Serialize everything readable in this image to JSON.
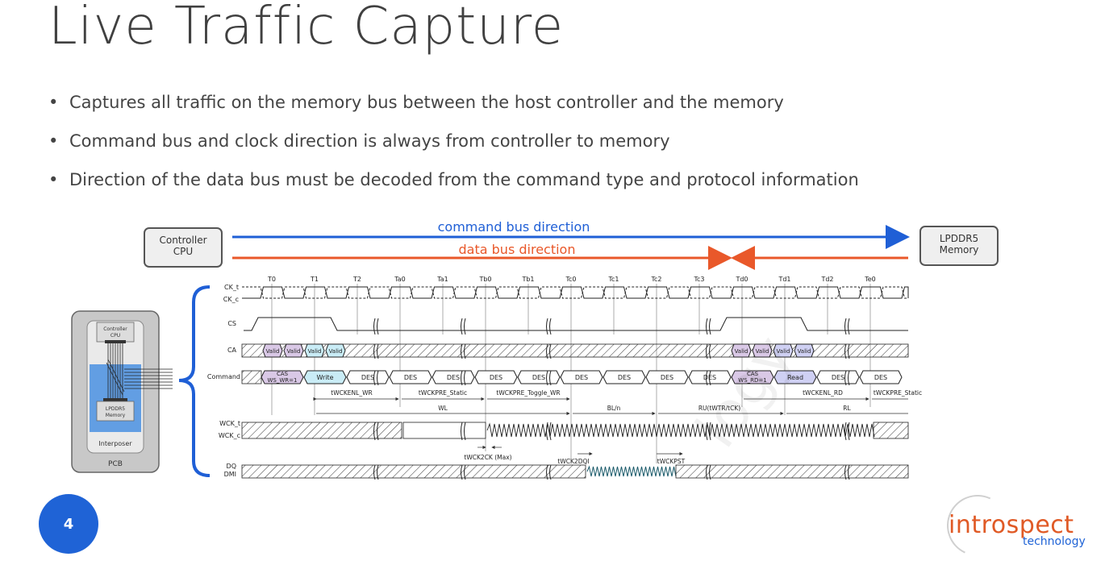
{
  "title": "Live Traffic Capture",
  "bullets": [
    "Captures all traffic on the memory bus between the host controller and the memory",
    "Command bus and clock direction is always from controller to memory",
    "Direction of the data bus must be decoded from the command type and protocol information"
  ],
  "diagram": {
    "controller_box": [
      "Controller",
      "CPU"
    ],
    "memory_box": [
      "LPDDR5",
      "Memory"
    ],
    "command_arrow_label": "command bus direction",
    "data_arrow_label": "data bus direction",
    "colors": {
      "command": "#1f5fd6",
      "data": "#e9582a",
      "valid_fill": "#d9c8e6",
      "write_fill": "#c9ecf6",
      "read_fill": "#cfd0f3"
    },
    "pcb": {
      "controller": [
        "Controller",
        "CPU"
      ],
      "memory": [
        "LPDDR5",
        "Memory"
      ],
      "interposer": "Interposer",
      "pcb": "PCB"
    },
    "clock_ticks": [
      "T0",
      "T1",
      "T2",
      "Ta0",
      "Ta1",
      "Tb0",
      "Tb1",
      "Tc0",
      "Tc1",
      "Tc2",
      "Tc3",
      "Td0",
      "Td1",
      "Td2",
      "Te0"
    ],
    "signal_labels": {
      "ck_t": "CK_t",
      "ck_c": "CK_c",
      "cs": "CS",
      "ca": "CA",
      "command": "Command",
      "wck_t": "WCK_t",
      "wck_c": "WCK_c",
      "dq": "DQ",
      "dmi": "DMI"
    },
    "ca_valid": "Valid",
    "commands": {
      "cas_wr": [
        "CAS",
        "WS_WR=1"
      ],
      "write": "Write",
      "des": "DES",
      "cas_rd": [
        "CAS",
        "WS_RD=1"
      ],
      "read": "Read"
    },
    "timing": {
      "twckenl_wr": "tWCKENL_WR",
      "twckpre_static": "tWCKPRE_Static",
      "twckpre_toggle_wr": "tWCKPRE_Toggle_WR",
      "twckenl_rd": "tWCKENL_RD",
      "twckpre_static_2": "tWCKPRE_Static",
      "wl": "WL",
      "bl_n": "BL/n",
      "rl_twtr": "RU(tWTR/tCK)",
      "rl": "RL",
      "twck2ck": "tWCK2CK (Max)",
      "twck2dqi": "tWCK2DQI",
      "twckpst": "tWCKPST"
    }
  },
  "page_number": "4",
  "logo": {
    "word": "introspect",
    "sub": "technology",
    "color_word": "#e05a26",
    "color_sub": "#1f63d6"
  },
  "page_number_color": "#1f63d6"
}
